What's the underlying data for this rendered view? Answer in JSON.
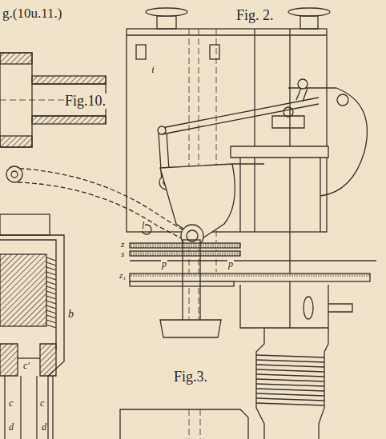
{
  "diagram": {
    "labels": [
      "g.(10u.11.)",
      "Fig. 2.",
      "Fig.10.",
      "i",
      "l",
      "z",
      "s",
      "z₁",
      "p",
      "p",
      "b",
      "c'",
      "c",
      "c",
      "d",
      "d",
      "Fig.3."
    ]
  }
}
